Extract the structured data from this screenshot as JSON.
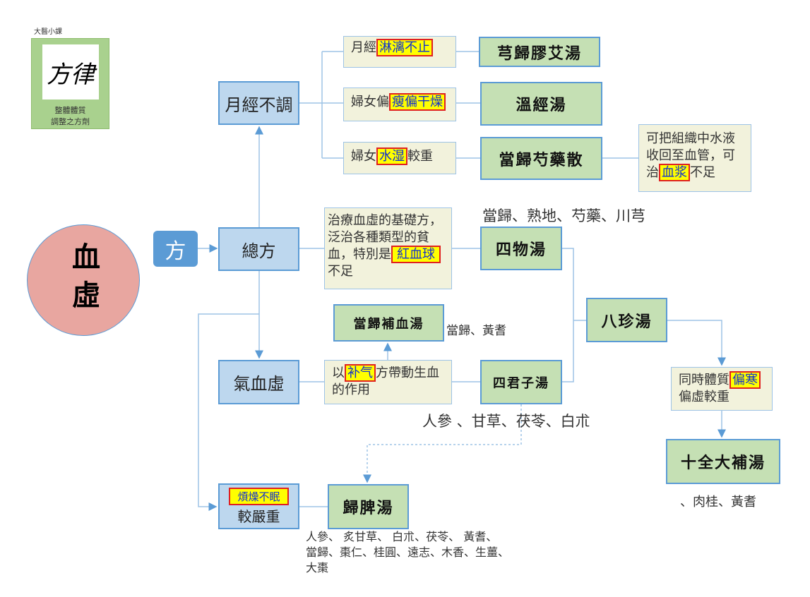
{
  "logo": {
    "brand": "大醫小課",
    "calligraphy": "方律",
    "caption1": "整體體質",
    "caption2": "調整之方劑"
  },
  "main": {
    "title": "血虛",
    "fang": "方"
  },
  "categories": {
    "menstrual": "月經不調",
    "general": "總方",
    "qi_blood": "氣血虛",
    "severe_hl": "煩燥不眠",
    "severe": "較嚴重"
  },
  "conditions": {
    "c1_pre": "月經",
    "c1_hl": "淋漓不止",
    "c2_pre": "婦女偏",
    "c2_hl": "瘦偏干燥",
    "c3_pre": "婦女",
    "c3_hl": "水湿",
    "c3_post": "較重",
    "note_l1": "可把組織中水液",
    "note_l2": "收回至血管，可",
    "note_pre": "治",
    "note_hl": "血浆",
    "note_post": "不足",
    "gen_l1": "治療血虛的基礎方，",
    "gen_l2": "泛治各種類型的貧",
    "gen_pre": "血，特別是",
    "gen_hl": "紅血球",
    "gen_l4": "不足",
    "qi_pre": "以",
    "qi_hl": "补气",
    "qi_post": "方帶動生血",
    "qi_l2": "的作用",
    "cold_pre": "同時體質",
    "cold_hl": "偏寒",
    "cold_l2": "偏虛較重"
  },
  "formulas": {
    "f1": "芎歸膠艾湯",
    "f2": "溫經湯",
    "f3": "當歸芍藥散",
    "f4": "四物湯",
    "f5": "八珍湯",
    "f6": "當歸補血湯",
    "f7": "四君子湯",
    "f8": "十全大補湯",
    "f9": "歸脾湯"
  },
  "ingredients": {
    "siwu": "當歸、熟地、芍藥、川芎",
    "buxue": "當歸、黃耆",
    "sijunzi": "人參 、甘草、茯苓、白朮",
    "shiquan": "、肉桂、黃耆",
    "guipi_l1": "人參、 炙甘草、 白朮、茯苓、 黃耆、",
    "guipi_l2": "當歸、棗仁、桂圓、遠志、木香、生薑、",
    "guipi_l3": "大棗"
  }
}
